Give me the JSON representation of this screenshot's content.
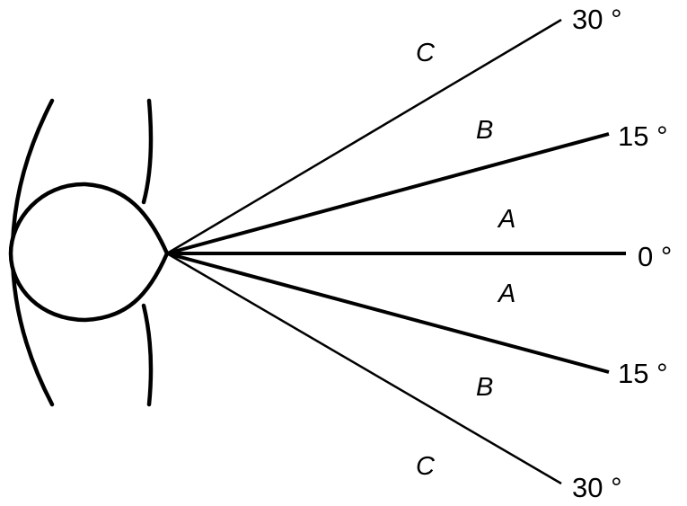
{
  "diagram": {
    "colors": {
      "line": "#000000",
      "background": "#ffffff"
    },
    "angle_labels": {
      "upper_30": "30 °",
      "upper_15": "15 °",
      "center_0": "0 °",
      "lower_15": "15 °",
      "lower_30": "30 °"
    },
    "zone_labels": {
      "upper_c": "C",
      "upper_b": "B",
      "upper_a": "A",
      "lower_a": "A",
      "lower_b": "B",
      "lower_c": "C"
    }
  }
}
